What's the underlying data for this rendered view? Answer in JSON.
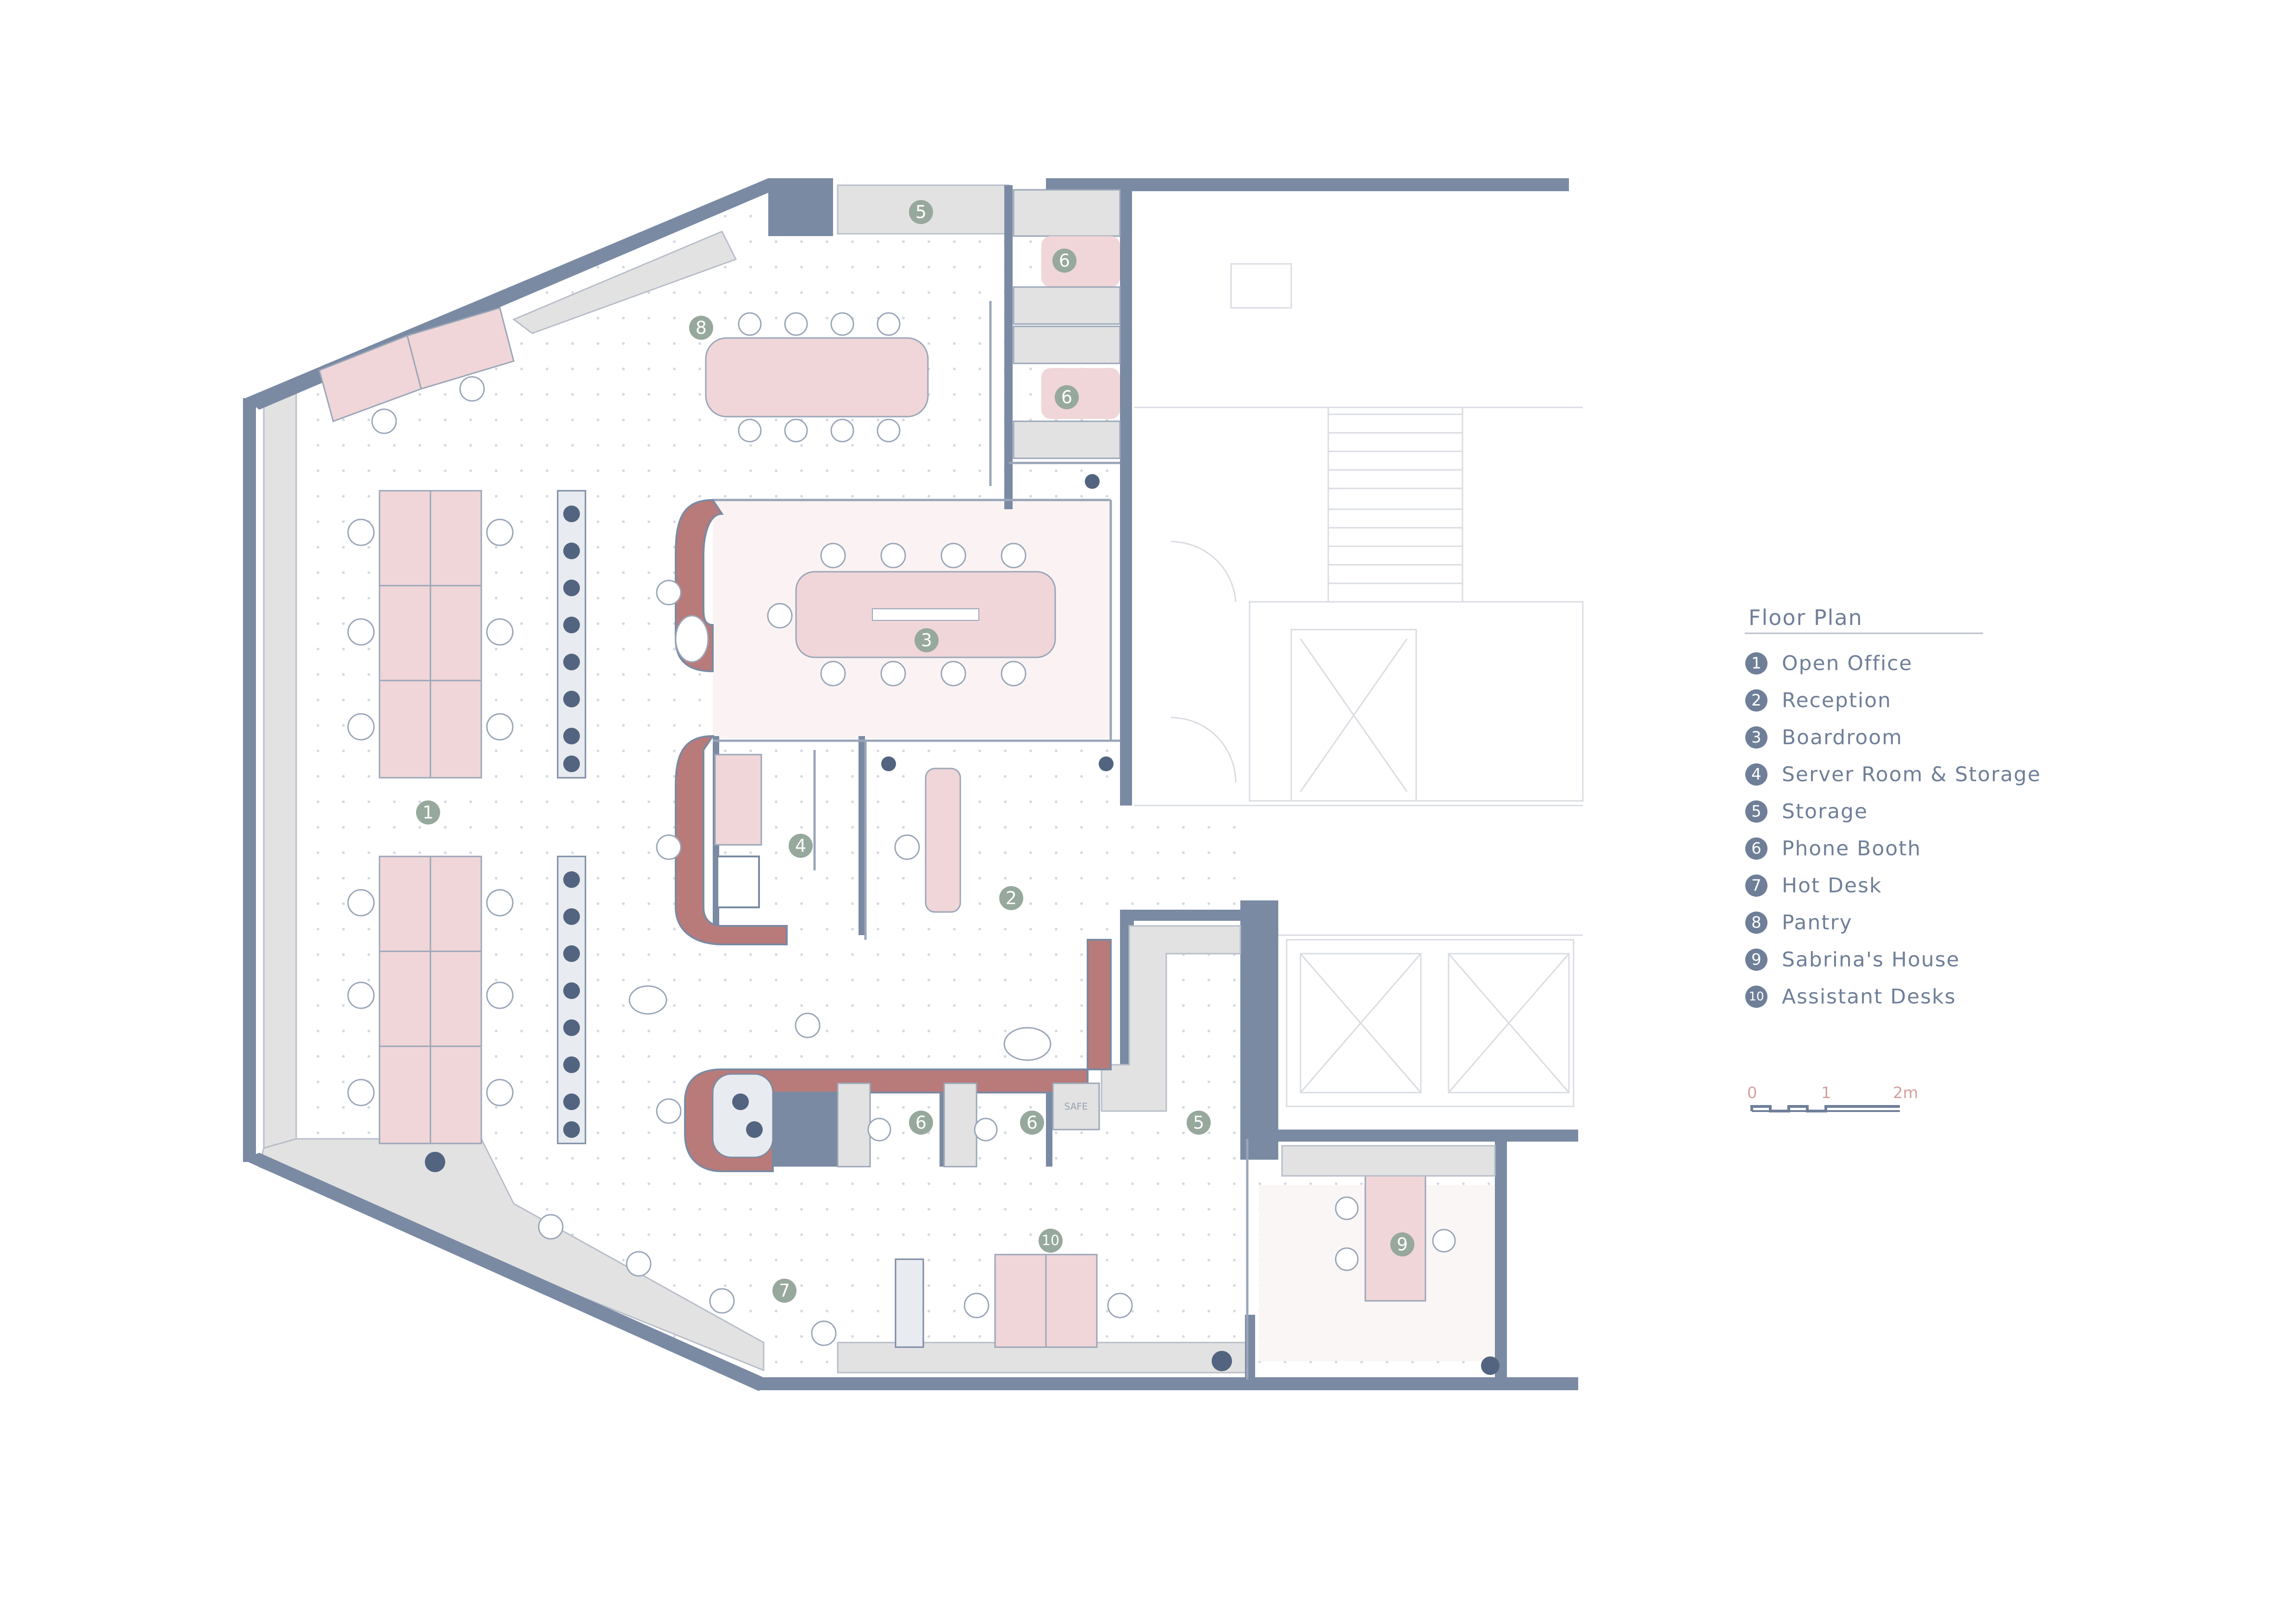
{
  "legend": {
    "title": "Floor Plan",
    "items": [
      {
        "num": "1",
        "label": "Open Office"
      },
      {
        "num": "2",
        "label": "Reception"
      },
      {
        "num": "3",
        "label": "Boardroom"
      },
      {
        "num": "4",
        "label": "Server Room & Storage"
      },
      {
        "num": "5",
        "label": "Storage"
      },
      {
        "num": "6",
        "label": "Phone Booth"
      },
      {
        "num": "7",
        "label": "Hot Desk"
      },
      {
        "num": "8",
        "label": "Pantry"
      },
      {
        "num": "9",
        "label": "Sabrina's House"
      },
      {
        "num": "10",
        "label": "Assistant Desks"
      }
    ]
  },
  "scale_bar": {
    "ticks": [
      "0",
      "1",
      "2m"
    ]
  },
  "room_labels": {
    "open_office": "1",
    "reception": "2",
    "boardroom": "3",
    "server_room": "4",
    "storage_top": "5",
    "storage_bottom": "5",
    "phone_booth_a": "6",
    "phone_booth_b": "6",
    "phone_booth_c": "6",
    "phone_booth_d": "6",
    "hot_desk": "7",
    "pantry": "8",
    "sabrinas_house": "9",
    "assistant_desks": "10"
  },
  "fixture_labels": {
    "safe": "SAFE"
  },
  "colors": {
    "wall": "#7a8aa3",
    "desk": "#f0d6d8",
    "counter": "#b97a7a",
    "storage": "#dedede",
    "label_marker": "#97a89c",
    "legend_marker": "#6f7f98",
    "scale": "#d4a0a0"
  }
}
